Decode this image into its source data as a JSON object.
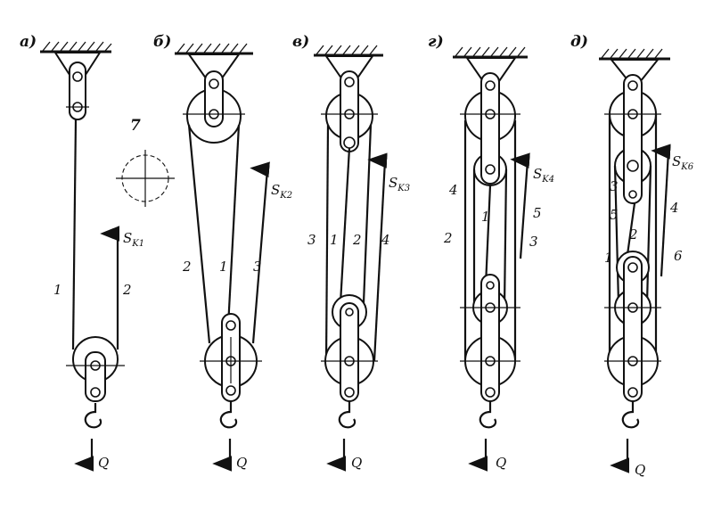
{
  "panels": [
    {
      "id": "a",
      "label": "а)",
      "ropes": [
        "1",
        "2"
      ],
      "force": {
        "main": "S",
        "sub": "K1"
      },
      "load": "Q",
      "extra": "7"
    },
    {
      "id": "b",
      "label": "б)",
      "ropes": [
        "2",
        "1",
        "3"
      ],
      "force": {
        "main": "S",
        "sub": "K2"
      },
      "load": "Q"
    },
    {
      "id": "v",
      "label": "в)",
      "ropes": [
        "3",
        "1",
        "2",
        "4"
      ],
      "force": {
        "main": "S",
        "sub": "K3"
      },
      "load": "Q"
    },
    {
      "id": "g",
      "label": "г)",
      "ropes": [
        "4",
        "1",
        "5",
        "2",
        "3"
      ],
      "force": {
        "main": "S",
        "sub": "K4"
      },
      "load": "Q"
    },
    {
      "id": "d",
      "label": "д)",
      "ropes": [
        "3",
        "4",
        "5",
        "2",
        "1",
        "6"
      ],
      "force": {
        "main": "S",
        "sub": "K6"
      },
      "load": "Q"
    }
  ],
  "colors": {
    "ink": "#111111",
    "paper": "#ffffff"
  }
}
